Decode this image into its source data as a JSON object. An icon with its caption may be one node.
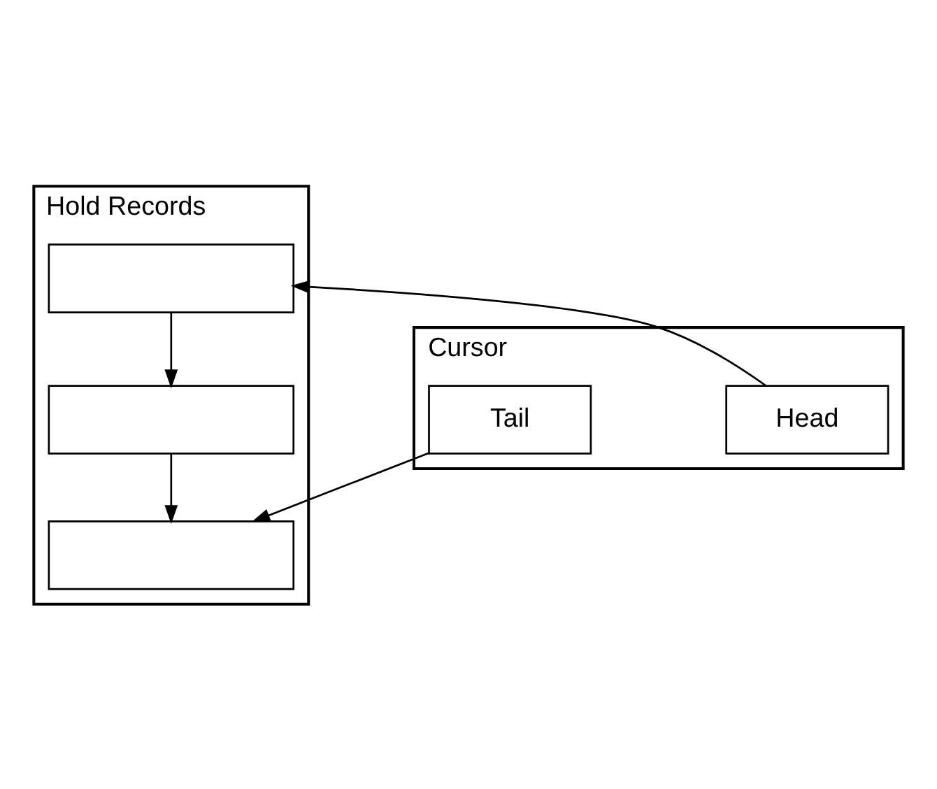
{
  "diagram": {
    "nodes": [
      {
        "text": [
          "Cursor"
        ]
      },
      {
        "text": [
          "Head"
        ],
        "in": 0
      },
      {
        "text": [
          "Tail"
        ],
        "in": 0
      },
      {
        "text": [
          "Hold Records"
        ]
      },
      {
        "text": [],
        "shape": "box",
        "in": 3
      },
      {
        "text": [],
        "shape": "box",
        "in": 3
      },
      {
        "text": [],
        "shape": "box",
        "in": 3
      }
    ],
    "edges": [
      {
        "from": 1,
        "to": 4,
        "arrow": "to"
      },
      {
        "from": 4,
        "to": 5,
        "arrow": "to"
      },
      {
        "from": 5,
        "to": 6,
        "arrow": "to"
      },
      {
        "from": 2,
        "to": 6,
        "arrow": "to"
      }
    ]
  }
}
